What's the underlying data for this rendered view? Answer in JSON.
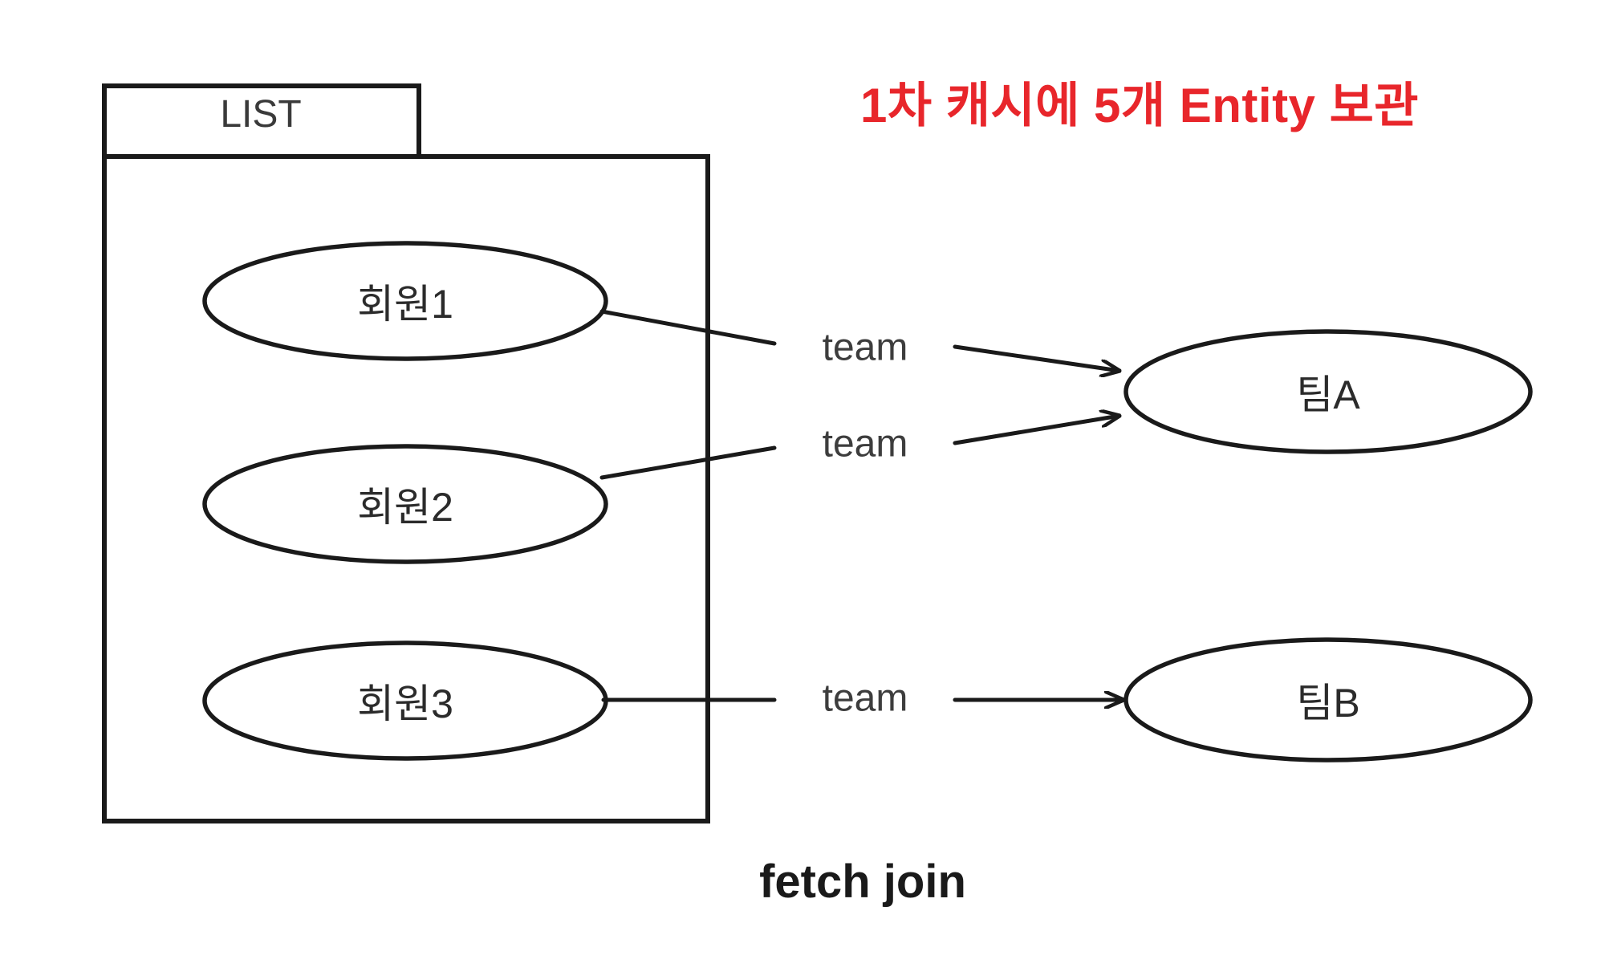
{
  "diagram": {
    "title_note": "1차 캐시에 5개 Entity 보관",
    "caption": "fetch join",
    "container": {
      "tab_label": "LIST"
    },
    "members": [
      {
        "label": "회원1"
      },
      {
        "label": "회원2"
      },
      {
        "label": "회원3"
      }
    ],
    "teams": [
      {
        "label": "팀A"
      },
      {
        "label": "팀B"
      }
    ],
    "edges": [
      {
        "label": "team",
        "from": "회원1",
        "to": "팀A"
      },
      {
        "label": "team",
        "from": "회원2",
        "to": "팀A"
      },
      {
        "label": "team",
        "from": "회원3",
        "to": "팀B"
      }
    ],
    "colors": {
      "accent_red": "#e8262b",
      "stroke": "#1a1a1a",
      "background": "#ffffff",
      "text": "#2b2b2b"
    }
  }
}
